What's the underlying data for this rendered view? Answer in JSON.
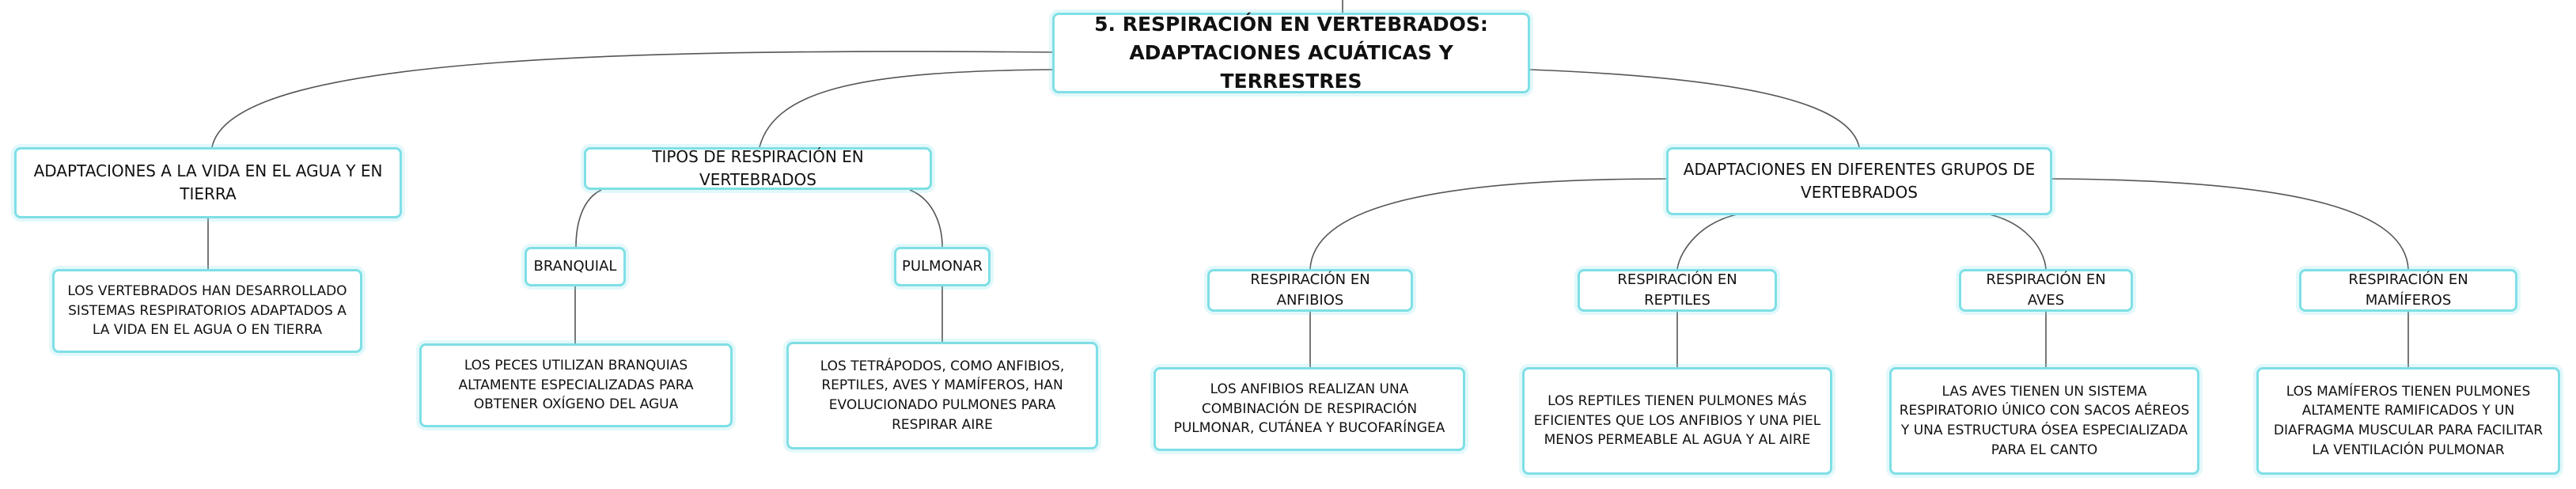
{
  "root": {
    "label": "5. RESPIRACIÓN EN VERTEBRADOS: ADAPTACIONES ACUÁTICAS Y TERRESTRES"
  },
  "adaptaciones_agua_tierra": {
    "label": "ADAPTACIONES A LA VIDA EN EL AGUA Y EN TIERRA",
    "detail": "LOS VERTEBRADOS HAN DESARROLLADO SISTEMAS RESPIRATORIOS ADAPTADOS A LA VIDA EN EL AGUA O EN TIERRA"
  },
  "tipos_respiracion": {
    "label": "TIPOS DE RESPIRACIÓN EN VERTEBRADOS",
    "branquial": {
      "label": "BRANQUIAL",
      "detail": "LOS PECES UTILIZAN BRANQUIAS ALTAMENTE ESPECIALIZADAS PARA OBTENER OXÍGENO DEL AGUA"
    },
    "pulmonar": {
      "label": "PULMONAR",
      "detail": "LOS TETRÁPODOS, COMO ANFIBIOS, REPTILES, AVES Y MAMÍFEROS, HAN EVOLUCIONADO PULMONES PARA RESPIRAR AIRE"
    }
  },
  "adaptaciones_grupos": {
    "label": "ADAPTACIONES EN DIFERENTES GRUPOS DE VERTEBRADOS",
    "anfibios": {
      "label": "RESPIRACIÓN EN ANFIBIOS",
      "detail": "LOS ANFIBIOS REALIZAN UNA COMBINACIÓN DE RESPIRACIÓN PULMONAR, CUTÁNEA Y BUCOFARÍNGEA"
    },
    "reptiles": {
      "label": "RESPIRACIÓN EN REPTILES",
      "detail": "LOS REPTILES TIENEN PULMONES MÁS EFICIENTES QUE LOS ANFIBIOS Y UNA PIEL MENOS PERMEABLE AL AGUA Y AL AIRE"
    },
    "aves": {
      "label": "RESPIRACIÓN EN AVES",
      "detail": "LAS AVES TIENEN UN SISTEMA RESPIRATORIO ÚNICO CON SACOS AÉREOS Y UNA ESTRUCTURA ÓSEA ESPECIALIZADA PARA EL CANTO"
    },
    "mamiferos": {
      "label": "RESPIRACIÓN EN MAMÍFEROS",
      "detail": "LOS MAMÍFEROS TIENEN PULMONES ALTAMENTE RAMIFICADOS Y UN DIAFRAGMA MUSCULAR PARA FACILITAR LA VENTILACIÓN PULMONAR"
    }
  },
  "colors": {
    "node_border": "#7fdfe6",
    "edge": "#555555"
  }
}
